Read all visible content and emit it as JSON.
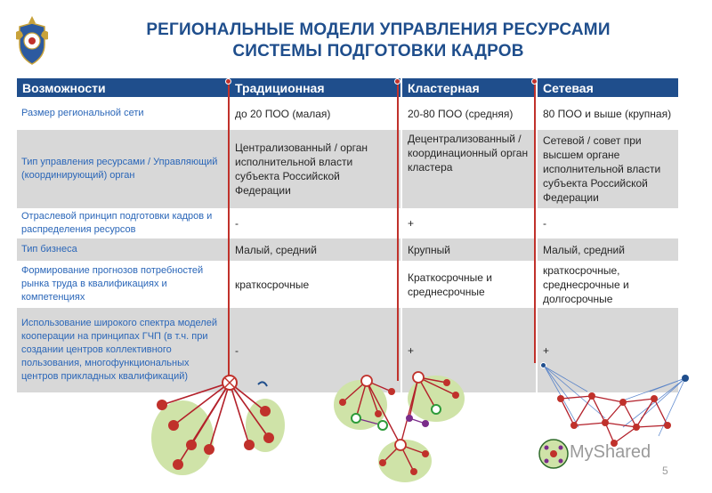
{
  "title": {
    "line1": "РЕГИОНАЛЬНЫЕ МОДЕЛИ УПРАВЛЕНИЯ РЕСУРСАМИ",
    "line2": "СИСТЕМЫ ПОДГОТОВКИ КАДРОВ"
  },
  "table": {
    "headers": [
      "Возможности",
      "Традиционная",
      "Кластерная",
      "Сетевая"
    ],
    "rows": [
      [
        "Размер региональной сети",
        "до 20 ПОО (малая)",
        "20-80 ПОО (средняя)",
        "80 ПОО и выше (крупная)"
      ],
      [
        "Тип управления ресурсами / Управляющий (координирующий) орган",
        "Централизованный / орган исполнительной власти субъекта Российской Федерации",
        "Децентрализованный / координационный орган кластера",
        "Сетевой / совет при высшем органе исполнительной власти субъекта Российской Федерации"
      ],
      [
        "Отраслевой принцип подготовки кадров и распределения ресурсов",
        "-",
        "+",
        "-"
      ],
      [
        "Тип бизнеса",
        "Малый, средний",
        "Крупный",
        "Малый, средний"
      ],
      [
        "Формирование прогнозов потребностей рынка труда в квалификациях и компетенциях",
        "краткосрочные",
        "Краткосрочные и среднесрочные",
        "краткосрочные, среднесрочные и долгосрочные"
      ],
      [
        "Использование широкого спектра моделей кооперации на принципах ГЧП (в т.ч. при создании центров коллективного пользования, многофункциональных центров прикладных квалификаций)",
        "-",
        "+",
        "+"
      ]
    ]
  },
  "watermark": "MyShared",
  "page_number": "5",
  "colors": {
    "header_blue": "#1f4e8c",
    "feature_text": "#2a66b8",
    "accent_red": "#c0312b",
    "row_gray": "#d8d8d8",
    "node_green": "#cfe3a8"
  }
}
